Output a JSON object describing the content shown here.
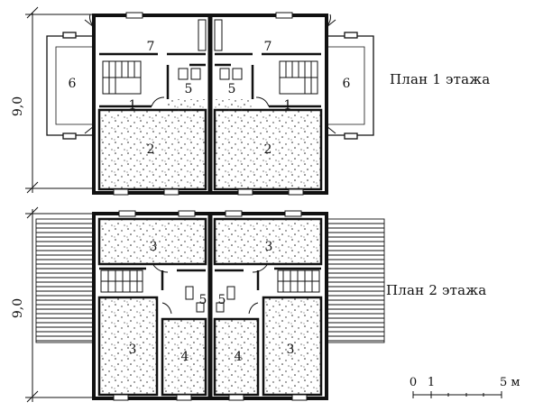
{
  "captions": {
    "floor1": "План 1 этажа",
    "floor2": "План 2 этажа"
  },
  "dimensions": {
    "floor1_height": "9,0",
    "floor2_height": "9,0"
  },
  "scale_bar": {
    "tick_0": "0",
    "tick_1": "1",
    "tick_5": "5 м"
  },
  "rooms": {
    "floor1": [
      "1",
      "2",
      "5",
      "6",
      "7"
    ],
    "floor2": [
      "3",
      "4",
      "5"
    ]
  }
}
